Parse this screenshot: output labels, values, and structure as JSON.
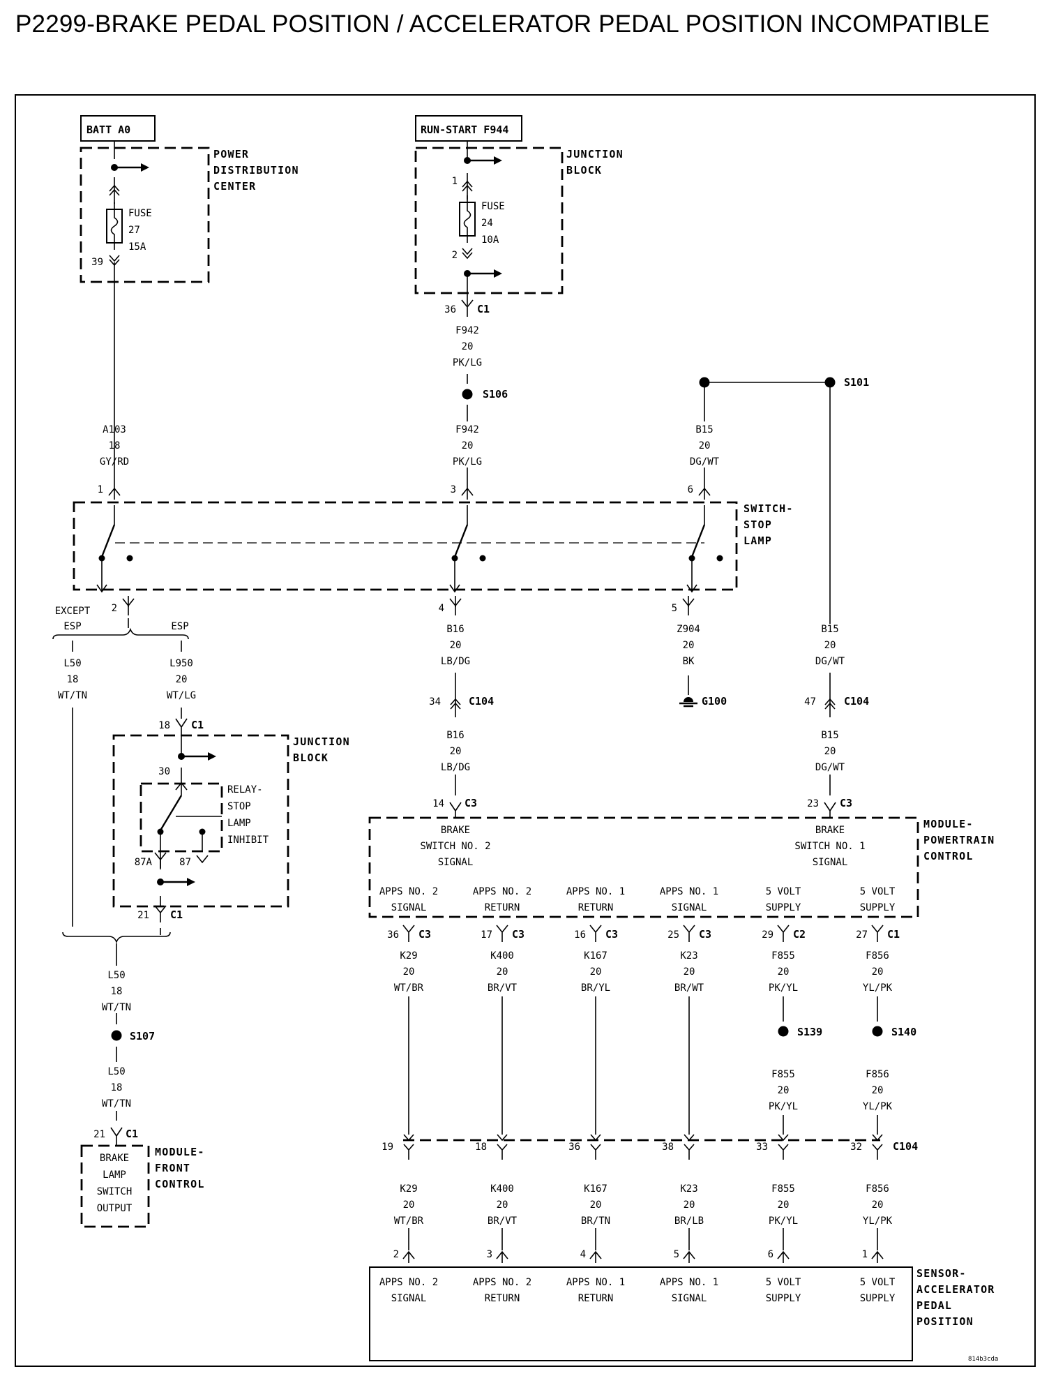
{
  "title": "P2299-BRAKE PEDAL POSITION / ACCELERATOR PEDAL POSITION INCOMPATIBLE",
  "diagram_id": "814b3cda",
  "power_sources": {
    "batt": "BATT A0",
    "run_start": "RUN-START F944"
  },
  "components": {
    "pdc": [
      "POWER",
      "DISTRIBUTION",
      "CENTER"
    ],
    "jb_top": [
      "JUNCTION",
      "BLOCK"
    ],
    "jb_left": [
      "JUNCTION",
      "BLOCK"
    ],
    "switch": [
      "SWITCH-",
      "STOP",
      "LAMP"
    ],
    "pcm": [
      "MODULE-",
      "POWERTRAIN",
      "CONTROL"
    ],
    "fcm": [
      "MODULE-",
      "FRONT",
      "CONTROL"
    ],
    "app": [
      "SENSOR-",
      "ACCELERATOR",
      "PEDAL",
      "POSITION"
    ],
    "relay": [
      "RELAY-",
      "STOP",
      "LAMP",
      "INHIBIT"
    ]
  },
  "fuses": {
    "f27": [
      "FUSE",
      "27",
      "15A"
    ],
    "f24": [
      "FUSE",
      "24",
      "10A"
    ]
  },
  "pins": {
    "pdc_39": "39",
    "jb_1": "1",
    "jb_2": "2",
    "c1_36": "36",
    "sw_1": "1",
    "sw_3": "3",
    "sw_6": "6",
    "sw_2": "2",
    "sw_4": "4",
    "sw_5": "5",
    "c1_18": "18",
    "relay_30": "30",
    "relay_87a": "87A",
    "relay_87": "87",
    "c1_21": "21",
    "fcm_21": "21",
    "c104_34": "34",
    "c104_47": "47",
    "c3_14": "14",
    "c3_23": "23"
  },
  "connectors": {
    "c1": "C1",
    "c3": "C3",
    "c104": "C104"
  },
  "splices": {
    "s106": "S106",
    "s101": "S101",
    "s107": "S107",
    "s139": "S139",
    "s140": "S140",
    "g100": "G100"
  },
  "wires": {
    "f942_a": [
      "F942",
      "20",
      "PK/LG"
    ],
    "f942_b": [
      "F942",
      "20",
      "PK/LG"
    ],
    "a103": [
      "A103",
      "18",
      "GY/RD"
    ],
    "b15_a": [
      "B15",
      "20",
      "DG/WT"
    ],
    "b15_b": [
      "B15",
      "20",
      "DG/WT"
    ],
    "b15_c": [
      "B15",
      "20",
      "DG/WT"
    ],
    "b16_a": [
      "B16",
      "20",
      "LB/DG"
    ],
    "b16_b": [
      "B16",
      "20",
      "LB/DG"
    ],
    "z904": [
      "Z904",
      "20",
      "BK"
    ],
    "l50_a": [
      "L50",
      "18",
      "WT/TN"
    ],
    "l950": [
      "L950",
      "20",
      "WT/LG"
    ],
    "l50_b": [
      "L50",
      "18",
      "WT/TN"
    ],
    "l50_c": [
      "L50",
      "18",
      "WT/TN"
    ]
  },
  "esp": {
    "except": [
      "EXCEPT",
      "ESP"
    ],
    "esp": "ESP"
  },
  "pcm_signals": {
    "brake2": [
      "BRAKE",
      "SWITCH NO. 2",
      "SIGNAL"
    ],
    "brake1": [
      "BRAKE",
      "SWITCH NO. 1",
      "SIGNAL"
    ]
  },
  "apps_columns": [
    {
      "pcm_label": [
        "APPS NO. 2",
        "SIGNAL"
      ],
      "pcm_pin": "36",
      "pcm_conn": "C3",
      "wire_top": [
        "K29",
        "20",
        "WT/BR"
      ],
      "c104_pin": "19",
      "wire_bot": [
        "K29",
        "20",
        "WT/BR"
      ],
      "sensor_pin": "2",
      "sensor_label": [
        "APPS NO. 2",
        "SIGNAL"
      ]
    },
    {
      "pcm_label": [
        "APPS NO. 2",
        "RETURN"
      ],
      "pcm_pin": "17",
      "pcm_conn": "C3",
      "wire_top": [
        "K400",
        "20",
        "BR/VT"
      ],
      "c104_pin": "18",
      "wire_bot": [
        "K400",
        "20",
        "BR/VT"
      ],
      "sensor_pin": "3",
      "sensor_label": [
        "APPS NO. 2",
        "RETURN"
      ]
    },
    {
      "pcm_label": [
        "APPS NO. 1",
        "RETURN"
      ],
      "pcm_pin": "16",
      "pcm_conn": "C3",
      "wire_top": [
        "K167",
        "20",
        "BR/YL"
      ],
      "c104_pin": "36",
      "wire_bot": [
        "K167",
        "20",
        "BR/TN"
      ],
      "sensor_pin": "4",
      "sensor_label": [
        "APPS NO. 1",
        "RETURN"
      ]
    },
    {
      "pcm_label": [
        "APPS NO. 1",
        "SIGNAL"
      ],
      "pcm_pin": "25",
      "pcm_conn": "C3",
      "wire_top": [
        "K23",
        "20",
        "BR/WT"
      ],
      "c104_pin": "38",
      "wire_bot": [
        "K23",
        "20",
        "BR/LB"
      ],
      "sensor_pin": "5",
      "sensor_label": [
        "APPS NO. 1",
        "SIGNAL"
      ]
    },
    {
      "pcm_label": [
        "5 VOLT",
        "SUPPLY"
      ],
      "pcm_pin": "29",
      "pcm_conn": "C2",
      "wire_top": [
        "F855",
        "20",
        "PK/YL"
      ],
      "splice": "S139",
      "wire_mid": [
        "F855",
        "20",
        "PK/YL"
      ],
      "c104_pin": "33",
      "wire_bot": [
        "F855",
        "20",
        "PK/YL"
      ],
      "sensor_pin": "6",
      "sensor_label": [
        "5 VOLT",
        "SUPPLY"
      ]
    },
    {
      "pcm_label": [
        "5 VOLT",
        "SUPPLY"
      ],
      "pcm_pin": "27",
      "pcm_conn": "C1",
      "wire_top": [
        "F856",
        "20",
        "YL/PK"
      ],
      "splice": "S140",
      "wire_mid": [
        "F856",
        "20",
        "YL/PK"
      ],
      "c104_pin": "32",
      "wire_bot": [
        "F856",
        "20",
        "YL/PK"
      ],
      "sensor_pin": "1",
      "sensor_label": [
        "5 VOLT",
        "SUPPLY"
      ]
    }
  ],
  "fcm_labels": [
    "BRAKE",
    "LAMP",
    "SWITCH",
    "OUTPUT"
  ]
}
